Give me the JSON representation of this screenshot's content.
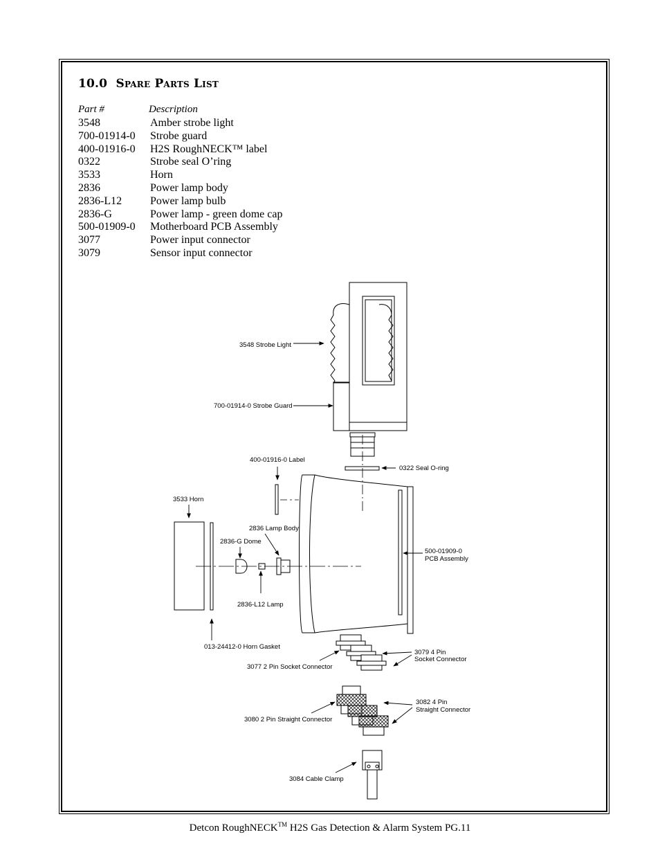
{
  "section": {
    "number": "10.0",
    "title": "Spare Parts List"
  },
  "columns": {
    "part": "Part #",
    "description": "Description"
  },
  "parts": [
    {
      "part": "3548",
      "description": "Amber strobe light"
    },
    {
      "part": "700-01914-0",
      "description": "Strobe guard"
    },
    {
      "part": "400-01916-0",
      "description": "H2S RoughNECK™ label"
    },
    {
      "part": "0322",
      "description": "Strobe seal O’ring"
    },
    {
      "part": "3533",
      "description": "Horn"
    },
    {
      "part": "2836",
      "description": "Power lamp body"
    },
    {
      "part": "2836-L12",
      "description": "Power lamp bulb"
    },
    {
      "part": "2836-G",
      "description": "Power lamp - green dome cap"
    },
    {
      "part": "500-01909-0",
      "description": "Motherboard PCB Assembly"
    },
    {
      "part": "3077",
      "description": "Power input connector"
    },
    {
      "part": "3079",
      "description": "Sensor input connector"
    }
  ],
  "diagram_labels": {
    "strobe_light": "3548 Strobe Light",
    "strobe_guard": "700-01914-0 Strobe Guard",
    "label": "400-01916-0 Label",
    "seal_oring": "0322 Seal O-ring",
    "horn": "3533 Horn",
    "lamp_body": "2836 Lamp Body",
    "dome": "2836-G Dome",
    "pcb_line1": "500-01909-0",
    "pcb_line2": "PCB Assembly",
    "lamp": "2836-L12 Lamp",
    "horn_gasket": "013-24412-0 Horn Gasket",
    "socket_4pin_line1": "3079  4 Pin",
    "socket_4pin_line2": "Socket Connector",
    "socket_2pin": "3077 2 Pin Socket Connector",
    "straight_4pin_line1": "3082  4 Pin",
    "straight_4pin_line2": "Straight Connector",
    "straight_2pin": "3080 2 Pin Straight Connector",
    "cable_clamp": "3084 Cable Clamp"
  },
  "footer": {
    "brand": "Detcon RoughNECK",
    "tm": "TM",
    "rest": " H2S Gas Detection & Alarm System  PG.11"
  }
}
